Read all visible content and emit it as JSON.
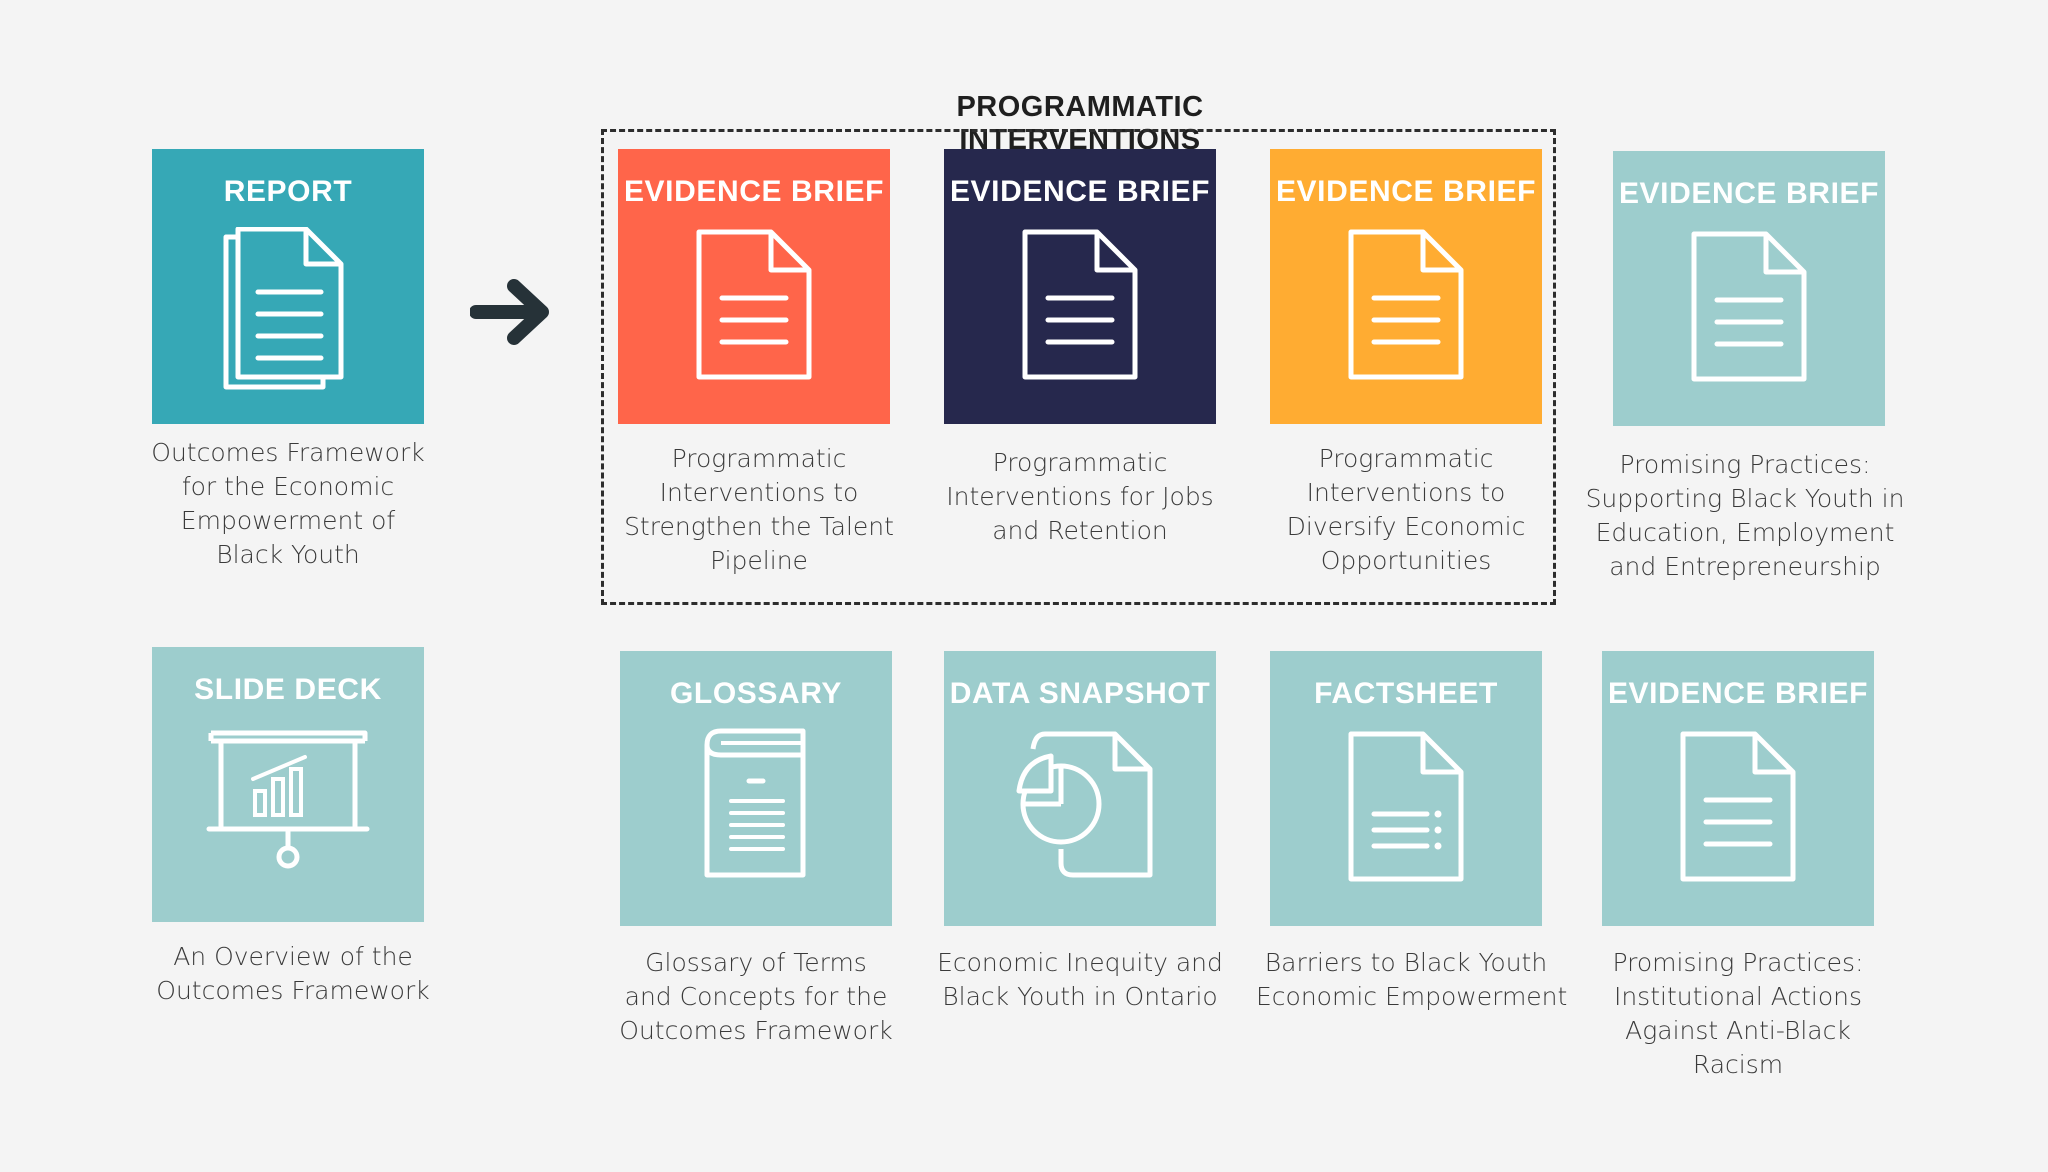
{
  "group": {
    "title": "PROGRAMMATIC INTERVENTIONS"
  },
  "colors": {
    "teal": "#36a8b6",
    "coral": "#ff654a",
    "navy": "#26284d",
    "orange": "#ffac32",
    "light_teal": "#9dcdcd",
    "background": "#f4f4f4"
  },
  "tiles": [
    {
      "label": "REPORT",
      "icon": "stacked-document-icon",
      "color": "#36a8b6",
      "desc": [
        "Outcomes Framework",
        "for the Economic",
        "Empowerment of",
        "Black Youth"
      ]
    },
    {
      "label": "EVIDENCE BRIEF",
      "icon": "document-icon",
      "color": "#ff654a",
      "desc": [
        "Programmatic",
        "Interventions to",
        "Strengthen the Talent",
        "Pipeline"
      ]
    },
    {
      "label": "EVIDENCE BRIEF",
      "icon": "document-icon",
      "color": "#26284d",
      "desc": [
        "Programmatic",
        "Interventions for Jobs",
        "and Retention"
      ]
    },
    {
      "label": "EVIDENCE BRIEF",
      "icon": "document-icon",
      "color": "#ffac32",
      "desc": [
        "Programmatic",
        "Interventions to",
        "Diversify Economic",
        "Opportunities"
      ]
    },
    {
      "label": "EVIDENCE BRIEF",
      "icon": "document-icon",
      "color": "#9dcdcd",
      "desc": [
        "Promising Practices:",
        "Supporting Black Youth in",
        "Education, Employment",
        "and Entrepreneurship"
      ]
    },
    {
      "label": "SLIDE DECK",
      "icon": "presentation-board-icon",
      "color": "#9dcdcd",
      "desc": [
        "An Overview of the",
        "Outcomes Framework"
      ]
    },
    {
      "label": "GLOSSARY",
      "icon": "book-icon",
      "color": "#9dcdcd",
      "desc": [
        "Glossary of Terms",
        "and Concepts for the",
        "Outcomes Framework"
      ]
    },
    {
      "label": "DATA SNAPSHOT",
      "icon": "pie-chart-document-icon",
      "color": "#9dcdcd",
      "desc": [
        "Economic Inequity and",
        "Black Youth in Ontario"
      ]
    },
    {
      "label": "FACTSHEET",
      "icon": "list-document-icon",
      "color": "#9dcdcd",
      "desc": [
        "Barriers to Black Youth",
        "Economic Empowerment"
      ]
    },
    {
      "label": "EVIDENCE BRIEF",
      "icon": "document-icon",
      "color": "#9dcdcd",
      "desc": [
        "Promising Practices:",
        "Institutional Actions",
        "Against Anti-Black",
        "Racism"
      ]
    }
  ],
  "arrow_icon": "arrow-right-icon"
}
